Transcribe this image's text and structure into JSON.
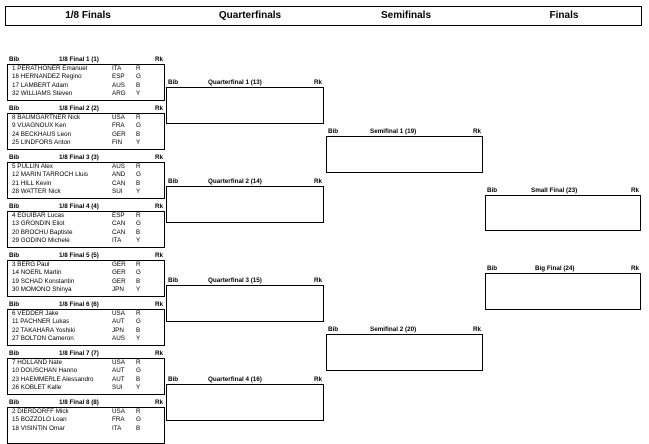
{
  "header": {
    "col1": "1/8 Finals",
    "col2": "Quarterfinals",
    "col3": "Semifinals",
    "col4": "Finals"
  },
  "labels": {
    "bib": "Bib",
    "rk": "Rk"
  },
  "round_of_16": [
    {
      "title": "1/8 Final 1 (1)",
      "athletes": [
        {
          "line": "1 PERATHONER Emanuel",
          "nat": "ITA",
          "r": "R"
        },
        {
          "line": "16 HERNANDEZ Regino",
          "nat": "ESP",
          "r": "G"
        },
        {
          "line": "17 LAMBERT Adam",
          "nat": "AUS",
          "r": "B"
        },
        {
          "line": "32 WILLIAMS Steven",
          "nat": "ARG",
          "r": "Y"
        }
      ]
    },
    {
      "title": "1/8 Final 2 (2)",
      "athletes": [
        {
          "line": "8 BAUMGARTNER Nick",
          "nat": "USA",
          "r": "R"
        },
        {
          "line": "9 VUAGNOUX Ken",
          "nat": "FRA",
          "r": "G"
        },
        {
          "line": "24 BECKHAUS Leon",
          "nat": "GER",
          "r": "B"
        },
        {
          "line": "25 LINDFORS Anton",
          "nat": "FIN",
          "r": "Y"
        }
      ]
    },
    {
      "title": "1/8 Final 3 (3)",
      "athletes": [
        {
          "line": "5 PULLIN Alex",
          "nat": "AUS",
          "r": "R"
        },
        {
          "line": "12 MARIN TARROCH Lluis",
          "nat": "AND",
          "r": "G"
        },
        {
          "line": "21 HILL Kevin",
          "nat": "CAN",
          "r": "B"
        },
        {
          "line": "28 WATTER Nick",
          "nat": "SUI",
          "r": "Y"
        }
      ]
    },
    {
      "title": "1/8 Final 4 (4)",
      "athletes": [
        {
          "line": "4 EGUIBAR Lucas",
          "nat": "ESP",
          "r": "R"
        },
        {
          "line": "13 GRONDIN Eliot",
          "nat": "CAN",
          "r": "G"
        },
        {
          "line": "20 BROCHU Baptiste",
          "nat": "CAN",
          "r": "B"
        },
        {
          "line": "29 GODINO Michele",
          "nat": "ITA",
          "r": "Y"
        }
      ]
    },
    {
      "title": "1/8 Final 5 (5)",
      "athletes": [
        {
          "line": "3 BERG Paul",
          "nat": "GER",
          "r": "R"
        },
        {
          "line": "14 NOERL Martin",
          "nat": "GER",
          "r": "G"
        },
        {
          "line": "19 SCHAD Konstantin",
          "nat": "GER",
          "r": "B"
        },
        {
          "line": "30 MOMONO Shinya",
          "nat": "JPN",
          "r": "Y"
        }
      ]
    },
    {
      "title": "1/8 Final 6 (6)",
      "athletes": [
        {
          "line": "6 VEDDER Jake",
          "nat": "USA",
          "r": "R"
        },
        {
          "line": "11 PACHNER Lukas",
          "nat": "AUT",
          "r": "G"
        },
        {
          "line": "22 TAKAHARA Yoshiki",
          "nat": "JPN",
          "r": "B"
        },
        {
          "line": "27 BOLTON Cameron",
          "nat": "AUS",
          "r": "Y"
        }
      ]
    },
    {
      "title": "1/8 Final 7 (7)",
      "athletes": [
        {
          "line": "7 HOLLAND Nate",
          "nat": "USA",
          "r": "R"
        },
        {
          "line": "10 DOUSCHAN Hanno",
          "nat": "AUT",
          "r": "G"
        },
        {
          "line": "23 HAEMMERLE Alessandro",
          "nat": "AUT",
          "r": "B"
        },
        {
          "line": "26 KOBLET Kalle",
          "nat": "SUI",
          "r": "Y"
        }
      ]
    },
    {
      "title": "1/8 Final 8 (8)",
      "athletes": [
        {
          "line": "2 DIERDORFF Mick",
          "nat": "USA",
          "r": "R"
        },
        {
          "line": "15 BOZZOLO Loan",
          "nat": "FRA",
          "r": "G"
        },
        {
          "line": "18 VISINTIN Omar",
          "nat": "ITA",
          "r": "B"
        },
        {
          "line": "",
          "nat": "",
          "r": ""
        }
      ]
    }
  ],
  "quarterfinals": [
    {
      "title": "Quarterfinal 1 (13)"
    },
    {
      "title": "Quarterfinal 2 (14)"
    },
    {
      "title": "Quarterfinal 3 (15)"
    },
    {
      "title": "Quarterfinal 4 (16)"
    }
  ],
  "semifinals": [
    {
      "title": "Semifinal 1 (19)"
    },
    {
      "title": "Semifinal 2 (20)"
    }
  ],
  "finals": [
    {
      "title": "Small Final (23)"
    },
    {
      "title": "Big Final (24)"
    }
  ]
}
